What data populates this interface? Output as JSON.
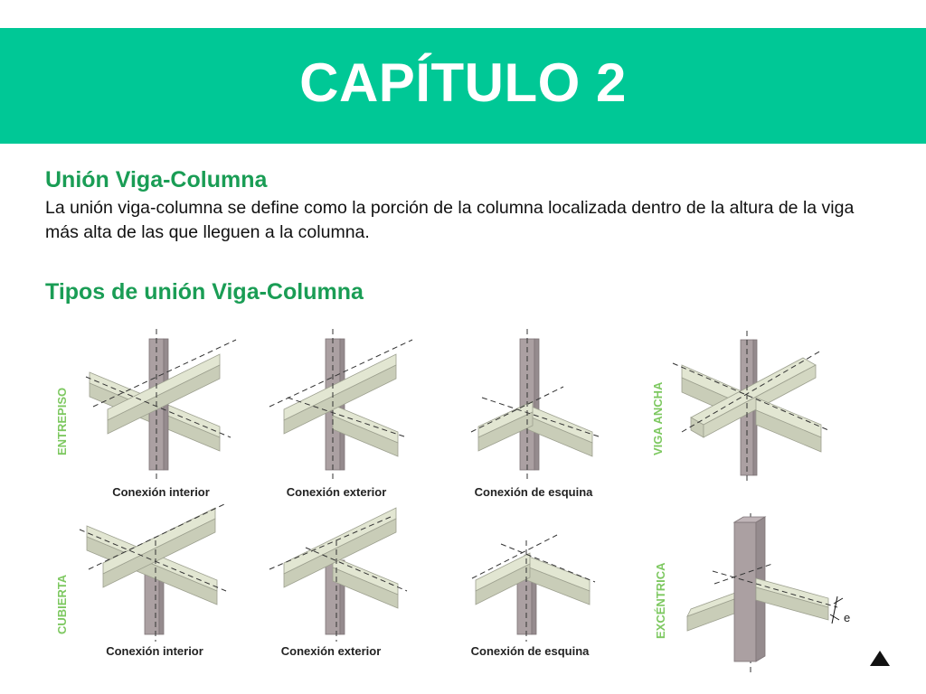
{
  "header": {
    "title": "CAPÍTULO 2"
  },
  "section1": {
    "heading": "Unión Viga-Columna",
    "body": "La unión viga-columna se define como la porción de la columna localizada dentro de la altura de la viga más alta de las que lleguen a la columna."
  },
  "section2": {
    "heading": "Tipos de unión Viga-Columna"
  },
  "figure": {
    "row_labels": {
      "top": "ENTREPISO",
      "bottom": "CUBIERTA"
    },
    "right_labels": {
      "top": "VIGA ANCHA",
      "bottom": "EXCÉNTRICA"
    },
    "captions_top": [
      "Conexión interior",
      "Conexión exterior",
      "Conexión de esquina"
    ],
    "captions_bottom": [
      "Conexión interior",
      "Conexión exterior",
      "Conexión de esquina"
    ],
    "eccentricity_symbol": "e",
    "colors": {
      "beam": "#dfe3cf",
      "beam_side": "#c7cbb6",
      "column": "#aba0a2",
      "column_side": "#978c8f"
    }
  },
  "navigation": {
    "next_icon": "triangle-up-icon"
  }
}
